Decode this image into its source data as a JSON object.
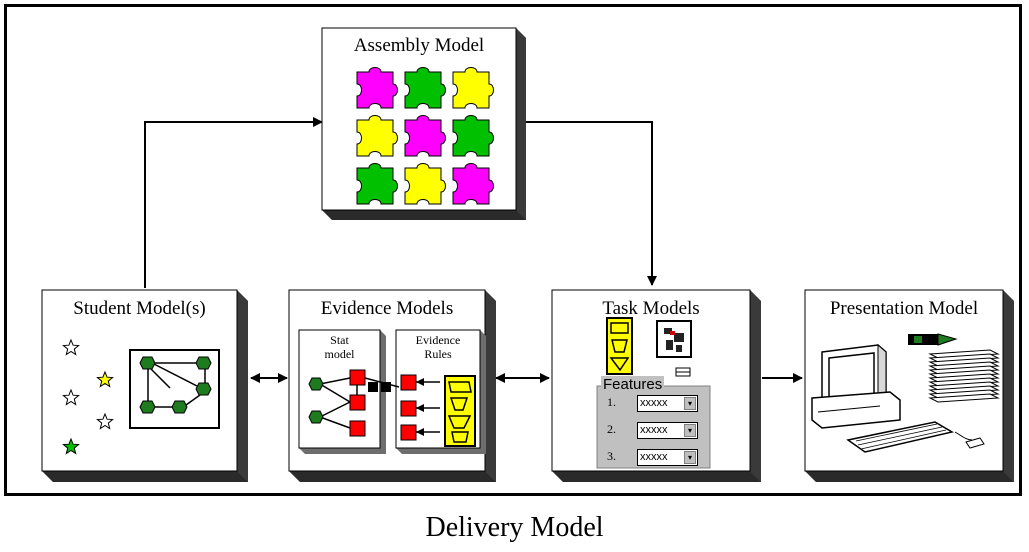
{
  "assembly": {
    "title": "Assembly Model"
  },
  "student": {
    "title": "Student Model(s)"
  },
  "evidence": {
    "title": "Evidence Models",
    "stat_label": [
      "Stat",
      "model"
    ],
    "rules_label": [
      "Evidence",
      "Rules"
    ]
  },
  "task": {
    "title": "Task Models",
    "features_label": "Features",
    "rows": [
      {
        "num": "1.",
        "value": "xxxxx"
      },
      {
        "num": "2.",
        "value": "xxxxx"
      },
      {
        "num": "3.",
        "value": "xxxxx"
      }
    ]
  },
  "presentation": {
    "title": "Presentation Model"
  },
  "caption": "Delivery Model",
  "colors": {
    "magenta": "#ff00ff",
    "green": "#00c000",
    "yellow": "#ffff00",
    "dark_green": "#1e7b1e",
    "red": "#ff0000",
    "shadow": "#6e6e6e"
  }
}
